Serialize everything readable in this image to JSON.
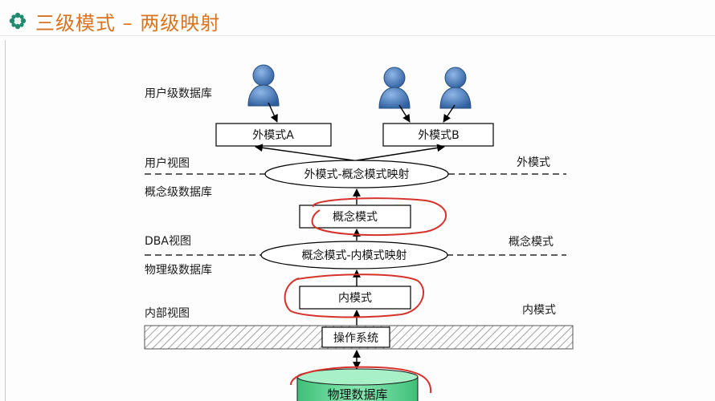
{
  "slide": {
    "title": "三级模式 – 两级映射"
  },
  "diagram": {
    "left_labels": {
      "user_db": "用户级数据库",
      "user_view": "用户视图",
      "concept_db": "概念级数据库",
      "dba_view": "DBA视图",
      "physical_db": "物理级数据库",
      "internal_view": "内部视图"
    },
    "right_labels": {
      "external_schema": "外模式",
      "conceptual_schema": "概念模式",
      "internal_schema": "内模式"
    },
    "boxes": {
      "external_a": "外模式A",
      "external_b": "外模式B",
      "conceptual": "概念模式",
      "internal": "内模式",
      "os": "操作系统",
      "physical_db": "物理数据库"
    },
    "mappings": {
      "ext_concept": "外模式-概念模式映射",
      "concept_internal": "概念模式-内模式映射"
    },
    "icons": [
      "user-icon",
      "user-icon",
      "user-icon",
      "flower-bullet-icon",
      "database-cylinder-icon"
    ],
    "colors": {
      "title": "#d9731f",
      "user_icon": "#4f7fbf",
      "annotation_red": "#d6322c",
      "database": "#6fd49a"
    }
  }
}
